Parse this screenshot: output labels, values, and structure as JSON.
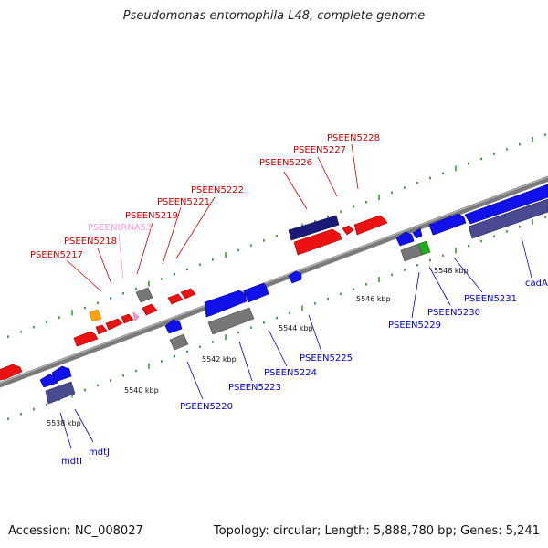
{
  "title": "Pseudomonas entomophila L48, complete genome",
  "footer": {
    "accession": "Accession: NC_008027",
    "summary": "Topology: circular; Length: 5,888,780 bp; Genes: 5,241"
  },
  "colors": {
    "backbone": "#888888",
    "forward_strand": "#ee1111",
    "reverse_strand": "#1111ee",
    "forward_label": "#cc0000",
    "reverse_label": "#0000cc",
    "trna": "#ff9ad5",
    "other": "#777777",
    "navy": "#1a1a78",
    "slate": "#4a4a90",
    "orange": "#ffa500",
    "green": "#22aa22",
    "tick": "#228822"
  },
  "kbp_ticks": [
    "5538 kbp",
    "5540 kbp",
    "5542 kbp",
    "5544 kbp",
    "5546 kbp",
    "5548 kbp"
  ],
  "labels_top": [
    "PSEEN5217",
    "PSEEN5218",
    "PSEENtRNA53",
    "PSEEN5219",
    "PSEEN5221",
    "PSEEN5222",
    "PSEEN5226",
    "PSEEN5227",
    "PSEEN5228"
  ],
  "labels_bottom": [
    "mdtI",
    "mdtJ",
    "PSEEN5220",
    "PSEEN5223",
    "PSEEN5224",
    "PSEEN5225",
    "PSEEN5229",
    "PSEEN5230",
    "PSEEN5231",
    "cadA"
  ]
}
